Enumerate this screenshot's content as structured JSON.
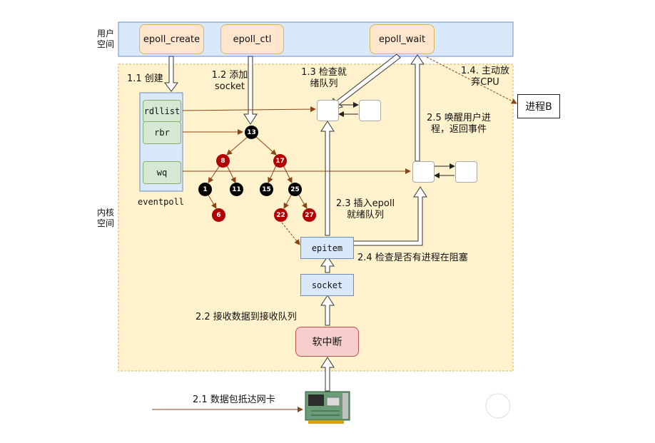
{
  "zones": {
    "user_space": "用户\n空间",
    "kernel_space": "内核\n空间"
  },
  "user_calls": {
    "epoll_create": "epoll_create",
    "epoll_ctl": "epoll_ctl",
    "epoll_wait": "epoll_wait"
  },
  "eventpoll": {
    "title": "eventpoll",
    "rdllist": "rdllist",
    "rbr": "rbr",
    "wq": "wq"
  },
  "tree_nodes": {
    "root": "13",
    "n8": "8",
    "n17": "17",
    "n1": "1",
    "n11": "11",
    "n15": "15",
    "n25": "25",
    "n6": "6",
    "n22": "22",
    "n27": "27"
  },
  "components": {
    "epitem": "epitem",
    "socket": "socket",
    "softirq": "软中断",
    "process_b": "进程B"
  },
  "steps": {
    "s1_1": "1.1 创建",
    "s1_2": "1.2 添加\nsocket",
    "s1_3": "1.3 检查就\n绪队列",
    "s1_4": "1.4. 主动放\n弃CPU",
    "s2_1": "2.1 数据包抵达网卡",
    "s2_2": "2.2 接收数据到接收队列",
    "s2_3": "2.3 插入epoll\n就绪队列",
    "s2_4": "2.4 检查是否有进程在阻塞",
    "s2_5": "2.5 唤醒用户进\n程，返回事件"
  },
  "colors": {
    "user_band": "#dae8fc",
    "kernel_band": "#fff2cc",
    "arrow_line": "#8b4513",
    "red_node": "#b20000",
    "black_node": "#000000",
    "softirq_fill": "#f8cecc"
  }
}
